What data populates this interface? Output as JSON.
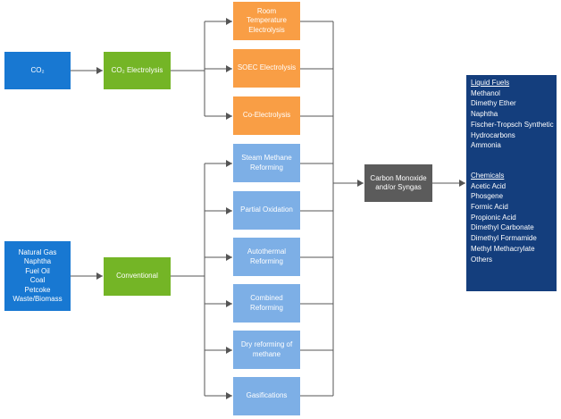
{
  "sources": {
    "co2": "CO₂",
    "fossil": "Natural Gas\nNaphtha\nFuel Oil\nCoal\nPetcoke\nWaste/Biomass"
  },
  "processes": {
    "co2_electrolysis": "CO₂ Electrolysis",
    "conventional": "Conventional"
  },
  "electrolysis_routes": [
    "Room\nTemperature\nElectrolysis",
    "SOEC Electrolysis",
    "Co-Electrolysis"
  ],
  "conventional_routes": [
    "Steam Methane\nReforming",
    "Partial Oxidation",
    "Autothermal\nReforming",
    "Combined\nReforming",
    "Dry reforming of\nmethane",
    "Gasifications"
  ],
  "intermediate": "Carbon Monoxide\nand/or Syngas",
  "products": {
    "liquid_fuels": {
      "heading": "Liquid Fuels",
      "items": [
        "Methanol",
        "Dimethy Ether",
        "Naphtha",
        "Fischer-Tropsch Synthetic",
        "Hydrocarbons",
        "Ammonia"
      ]
    },
    "chemicals": {
      "heading": "Chemicals",
      "items": [
        "Acetic Acid",
        "Phosgene",
        "Formic Acid",
        "Propionic Acid",
        "Dimethyl Carbonate",
        "Dimethyl Formamide",
        "Methyl Methacrylate",
        "Others"
      ]
    }
  },
  "colors": {
    "source": "#1878d2",
    "process": "#74b526",
    "electrolysis": "#f99e45",
    "conventional": "#7dafe6",
    "intermediate": "#5b5b5b",
    "products": "#143e7d",
    "connector": "#555555"
  }
}
